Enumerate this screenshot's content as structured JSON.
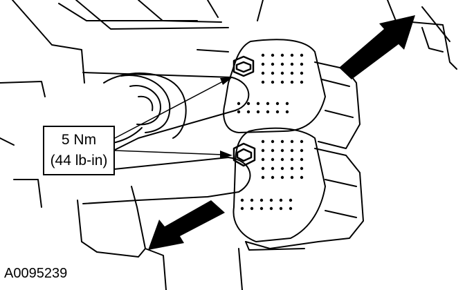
{
  "figure": {
    "callout": {
      "torque_metric": "5 Nm",
      "torque_imperial": "(44 lb-in)"
    },
    "reference_code": "A0095239",
    "fasteners": [
      "upper-connector-bolt",
      "lower-connector-bolt"
    ],
    "indicator_arrows": [
      "upper-right-arrow",
      "lower-left-arrow"
    ]
  }
}
